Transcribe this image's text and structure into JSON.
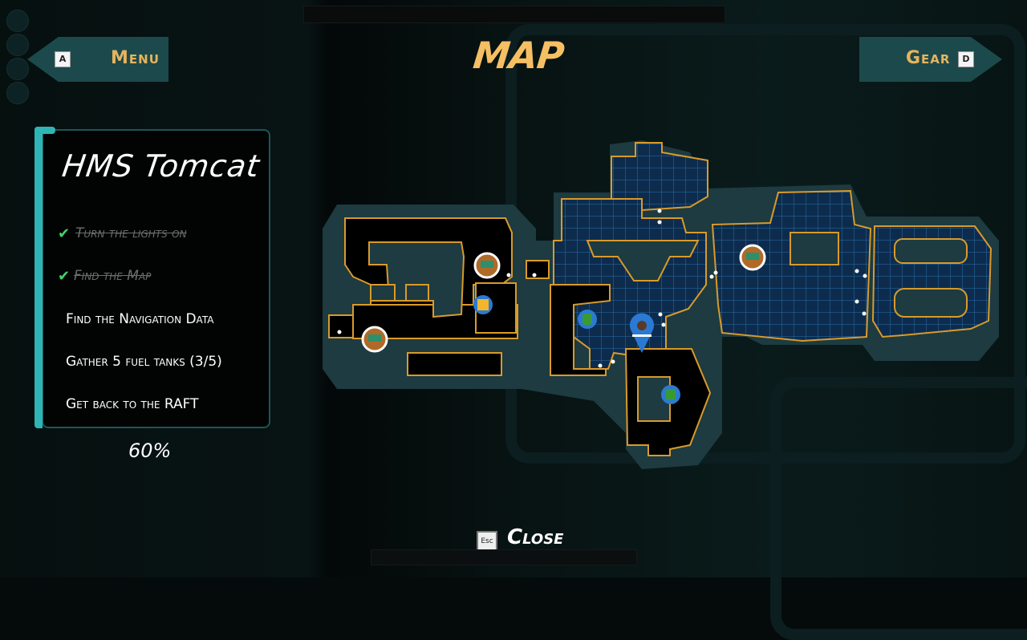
{
  "header": {
    "title": "MAP"
  },
  "nav": {
    "menu": {
      "key": "A",
      "label": "Menu"
    },
    "gear": {
      "key": "D",
      "label": "Gear"
    }
  },
  "quest": {
    "title": "HMS Tomcat",
    "objectives": [
      {
        "label": "Turn the lights on",
        "done": true
      },
      {
        "label": "Find the Map",
        "done": true
      },
      {
        "label": "Find the Navigation Data",
        "done": false
      },
      {
        "label": "Gather 5 fuel tanks (3/5)",
        "done": false
      },
      {
        "label": "Get back to the RAFT",
        "done": false
      }
    ],
    "progress": "60%"
  },
  "footer": {
    "close_key": "Esc",
    "close_label": "Close"
  },
  "colors": {
    "accent": "#f5bf63",
    "teal": "#1c4a4c",
    "outline": "#d99a2b",
    "room_explored": "#0d2c4d",
    "check": "#3ed46a"
  }
}
